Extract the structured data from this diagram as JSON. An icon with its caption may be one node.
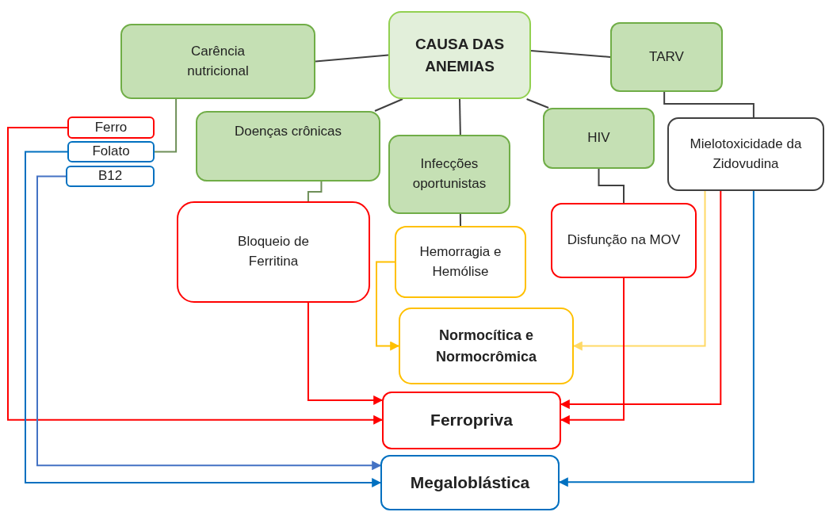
{
  "diagram": {
    "nodes": [
      {
        "text": [
          "CAUSA DAS ANEMIAS"
        ]
      },
      {
        "text": [
          "Carência nutricional"
        ]
      },
      {
        "text": [
          "TARV"
        ]
      },
      {
        "text": [
          "Doenças crônicas"
        ]
      },
      {
        "text": [
          "Infecções oportunistas"
        ]
      },
      {
        "text": [
          "HIV"
        ]
      },
      {
        "text": [
          "Mielotoxicidade da Zidovudina"
        ]
      },
      {
        "text": [
          "Ferro"
        ]
      },
      {
        "text": [
          "Folato"
        ]
      },
      {
        "text": [
          "B12"
        ]
      },
      {
        "text": [
          "Bloqueio de Ferritina"
        ]
      },
      {
        "text": [
          "Hemorragia e Hemólise"
        ]
      },
      {
        "text": [
          "Disfunção na MOV"
        ]
      },
      {
        "text": [
          "Normocítica e Normocrômica"
        ]
      },
      {
        "text": [
          "Ferropriva"
        ]
      },
      {
        "text": [
          "Megaloblástica"
        ]
      }
    ],
    "edges": [
      {
        "from": 0,
        "to": 1,
        "arrow": "none"
      },
      {
        "from": 0,
        "to": 2,
        "arrow": "none"
      },
      {
        "from": 0,
        "to": 3,
        "arrow": "none"
      },
      {
        "from": 0,
        "to": 4,
        "arrow": "none"
      },
      {
        "from": 0,
        "to": 5,
        "arrow": "none"
      },
      {
        "from": 2,
        "to": 6,
        "arrow": "none"
      },
      {
        "from": 1,
        "to": 8,
        "arrow": "none",
        "color": "#6e8f58"
      },
      {
        "from": 3,
        "to": 10,
        "arrow": "none",
        "color": "#6e8f58"
      },
      {
        "from": 4,
        "to": 11,
        "arrow": "none"
      },
      {
        "from": 5,
        "to": 12,
        "arrow": "none"
      },
      {
        "from": 7,
        "to": 14,
        "arrow": "to",
        "color": "#ff0000"
      },
      {
        "from": 8,
        "to": 15,
        "arrow": "to",
        "color": "#0070c0"
      },
      {
        "from": 9,
        "to": 15,
        "arrow": "to",
        "color": "#4472c4"
      },
      {
        "from": 10,
        "to": 14,
        "arrow": "to",
        "color": "#ff0000"
      },
      {
        "from": 11,
        "to": 13,
        "arrow": "to",
        "color": "#ffc000"
      },
      {
        "from": 6,
        "to": 13,
        "arrow": "to",
        "color": "#ffd966"
      },
      {
        "from": 6,
        "to": 14,
        "arrow": "to",
        "color": "#ff0000"
      },
      {
        "from": 12,
        "to": 14,
        "arrow": "to",
        "color": "#ff0000"
      },
      {
        "from": 6,
        "to": 15,
        "arrow": "to",
        "color": "#0070c0"
      }
    ]
  }
}
